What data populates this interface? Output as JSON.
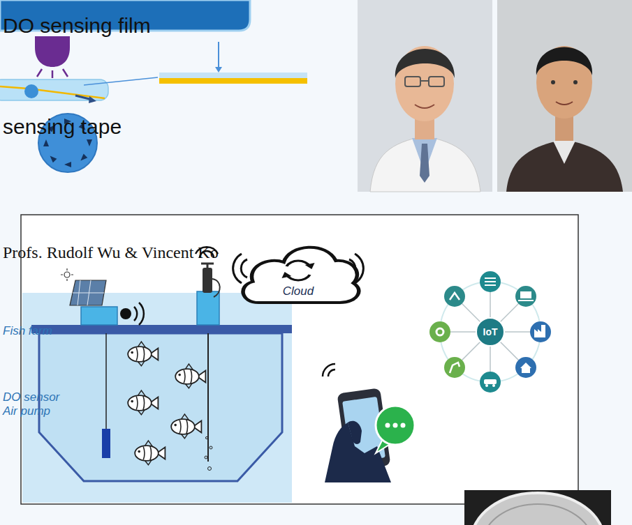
{
  "diagram": {
    "nodes": [
      {
        "text": [
          "Cloud"
        ]
      },
      {
        "text": [
          "IoT"
        ]
      }
    ],
    "labels": [
      "DO sensing film",
      "sensing tape",
      "Profs. Rudolf Wu & Vincent Ko",
      "Fish farm",
      "DO sensor",
      "Air pump"
    ]
  }
}
